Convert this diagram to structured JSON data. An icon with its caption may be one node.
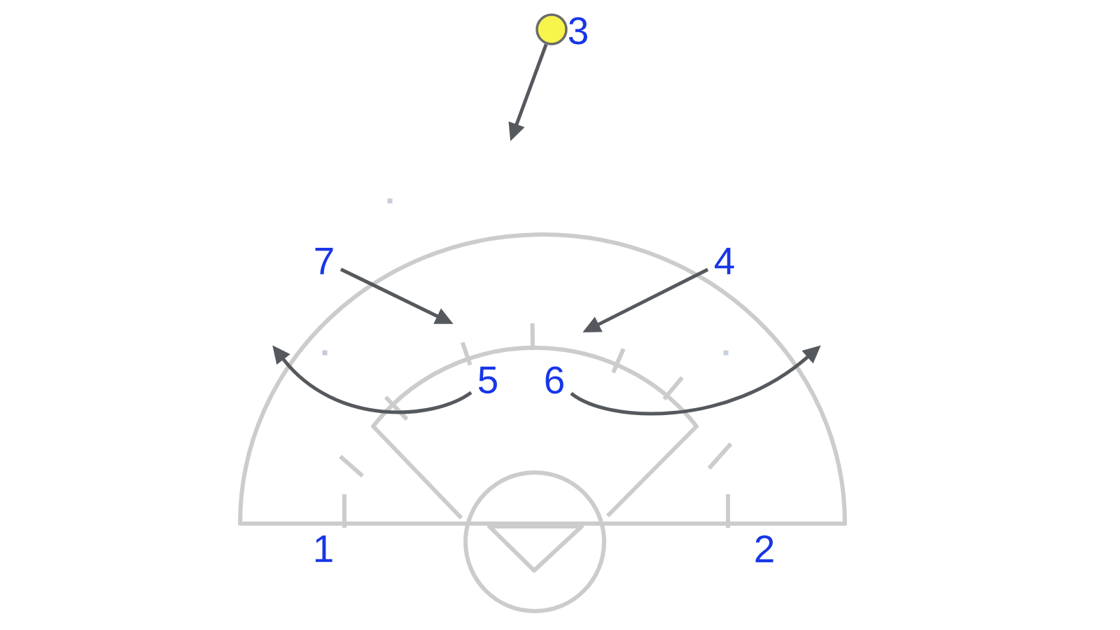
{
  "diagram": {
    "nodes": [
      {
        "text": [],
        "shape": "circle",
        "beside": [
          "3"
        ]
      },
      {
        "text": [
          "7"
        ]
      },
      {
        "text": [
          "4"
        ]
      },
      {
        "text": [
          "5"
        ]
      },
      {
        "text": [
          "6"
        ]
      }
    ],
    "edges": [
      {
        "from": 0,
        "to": null,
        "arrow": "to"
      },
      {
        "from": 1,
        "to": null,
        "arrow": "to"
      },
      {
        "from": 2,
        "to": null,
        "arrow": "to"
      },
      {
        "from": 3,
        "to": null,
        "arrow": "to"
      },
      {
        "from": 4,
        "to": null,
        "arrow": "to"
      }
    ],
    "labels": [
      "1",
      "2"
    ]
  }
}
